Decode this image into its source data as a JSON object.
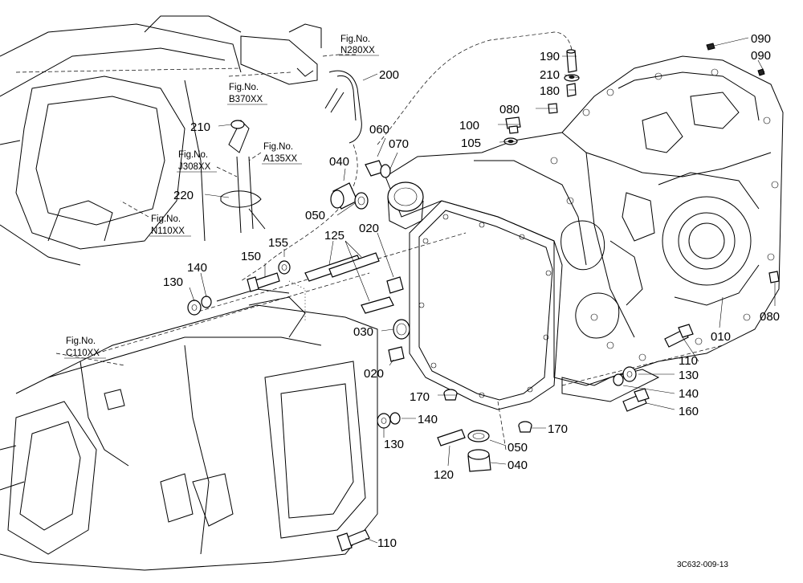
{
  "callouts": [
    "090",
    "090",
    "190",
    "210",
    "180",
    "200",
    "080",
    "100",
    "105",
    "060",
    "070",
    "040",
    "050",
    "020",
    "125",
    "155",
    "150",
    "140",
    "130",
    "210",
    "220",
    "030",
    "020",
    "010",
    "080",
    "110",
    "130",
    "140",
    "160",
    "170",
    "170",
    "140",
    "130",
    "050",
    "040",
    "120",
    "110"
  ],
  "fig_refs": [
    {
      "line1": "Fig.No.",
      "line2": "N280XX"
    },
    {
      "line1": "Fig.No.",
      "line2": "B370XX"
    },
    {
      "line1": "Fig.No.",
      "line2": "J308XX"
    },
    {
      "line1": "Fig.No.",
      "line2": "A135XX"
    },
    {
      "line1": "Fig.No.",
      "line2": "N110XX"
    },
    {
      "line1": "Fig.No.",
      "line2": "C110XX"
    }
  ],
  "drawing_code": "3C632-009-13"
}
